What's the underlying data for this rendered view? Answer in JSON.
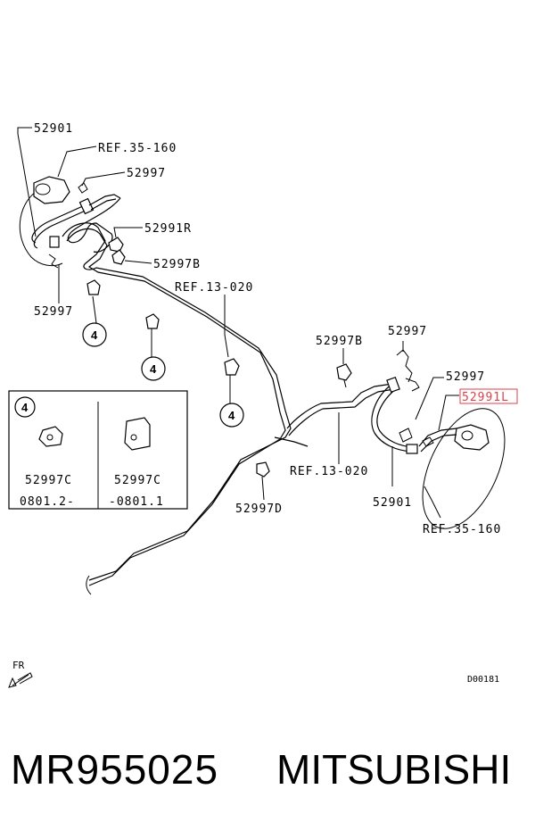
{
  "labels": {
    "l52901_top": "52901",
    "ref35_top": "REF.35-160",
    "l52997_top": "52997",
    "l52991R": "52991R",
    "l52997B_left": "52997B",
    "l52997_left": "52997",
    "ref13_top": "REF.13-020",
    "l52997B_mid": "52997B",
    "l52997_right1": "52997",
    "l52997_right2": "52997",
    "l52991L": "52991L",
    "ref13_mid": "REF.13-020",
    "l52901_right": "52901",
    "ref35_right": "REF.35-160",
    "l52997D": "52997D",
    "fr": "FR",
    "diagram_id": "D00181"
  },
  "callout": "4",
  "inset": {
    "badge": "4",
    "left_part": "52997C",
    "left_range": "0801.2-",
    "right_part": "52997C",
    "right_range": "-0801.1"
  },
  "footer": {
    "part_number": "MR955025",
    "brand": "MITSUBISHI"
  },
  "colors": {
    "highlight": "#e0404a"
  }
}
